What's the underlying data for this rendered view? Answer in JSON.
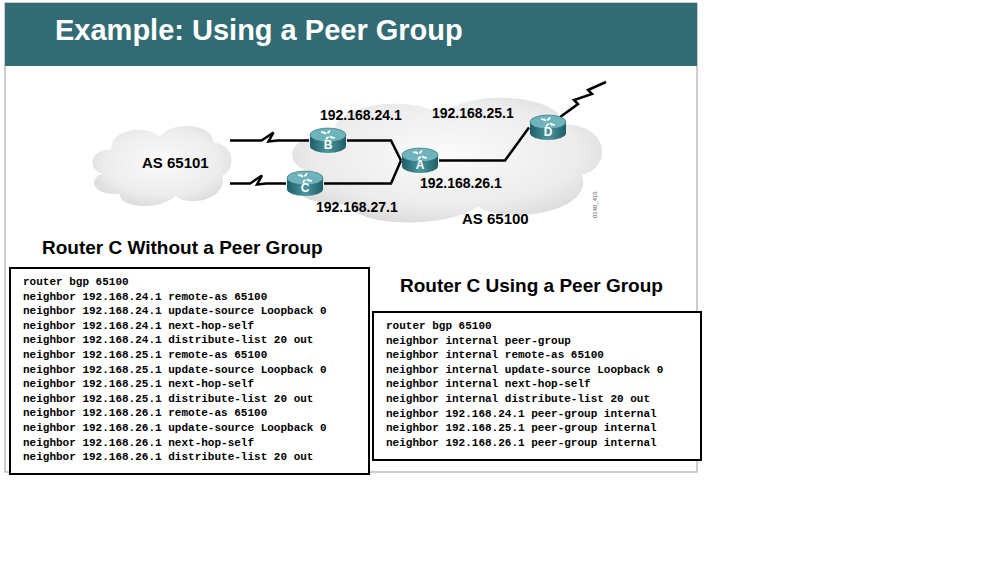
{
  "diagram": {
    "title": "Example: Using a Peer Group",
    "nodes": [
      {
        "text": [
          "AS 65101"
        ]
      },
      {
        "text": [
          "AS 65100"
        ]
      },
      {
        "text": [
          "B",
          "192.168.24.1"
        ],
        "in": 1
      },
      {
        "text": [
          "D",
          "192.168.25.1"
        ],
        "in": 1
      },
      {
        "text": [
          "A",
          "192.168.26.1"
        ],
        "in": 1
      },
      {
        "text": [
          "C",
          "192.168.27.1"
        ],
        "in": 1
      },
      {
        "text": [
          "Router C Without a Peer Group",
          "router bgp 65100",
          "neighbor 192.168.24.1 remote-as 65100",
          "neighbor 192.168.24.1 update-source Loopback 0",
          "neighbor 192.168.24.1 next-hop-self",
          "neighbor 192.168.24.1 distribute-list 20 out",
          "neighbor 192.168.25.1 remote-as 65100",
          "neighbor 192.168.25.1 update-source Loopback 0",
          "neighbor 192.168.25.1 next-hop-self",
          "neighbor 192.168.25.1 distribute-list 20 out",
          "neighbor 192.168.26.1 remote-as 65100",
          "neighbor 192.168.26.1 update-source Loopback 0",
          "neighbor 192.168.26.1 next-hop-self",
          "neighbor 192.168.26.1 distribute-list 20 out"
        ]
      },
      {
        "text": [
          "Router C Using a Peer Group",
          "router bgp 65100",
          "neighbor internal peer-group",
          "neighbor internal remote-as 65100",
          "neighbor internal update-source Loopback 0",
          "neighbor internal next-hop-self",
          "neighbor internal distribute-list 20 out",
          "neighbor 192.168.24.1 peer-group internal",
          "neighbor 192.168.25.1 peer-group internal",
          "neighbor 192.168.26.1 peer-group internal"
        ]
      }
    ],
    "edges": [
      {
        "from": 0,
        "to": 2,
        "arrow": "none"
      },
      {
        "from": 0,
        "to": 5,
        "arrow": "none"
      },
      {
        "from": 2,
        "to": 4,
        "arrow": "none"
      },
      {
        "from": 5,
        "to": 4,
        "arrow": "none"
      },
      {
        "from": 4,
        "to": 3,
        "arrow": "none"
      }
    ],
    "labels": [
      "0140_416"
    ]
  }
}
